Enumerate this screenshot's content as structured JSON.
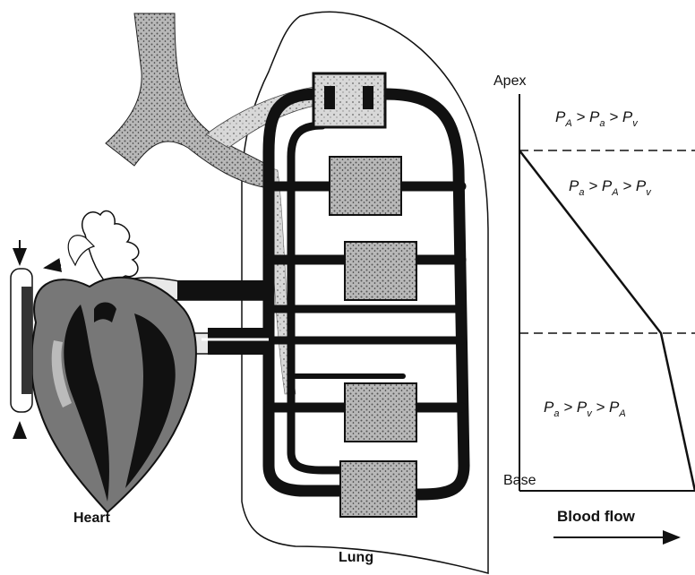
{
  "labels": {
    "heart": "Heart",
    "lung": "Lung",
    "apex": "Apex",
    "base": "Base",
    "blood_flow": "Blood flow"
  },
  "zones": [
    {
      "first": "A",
      "second": "a",
      "third": "v"
    },
    {
      "first": "a",
      "second": "A",
      "third": "v"
    },
    {
      "first": "a",
      "second": "v",
      "third": "A"
    }
  ],
  "colors": {
    "ink": "#111111",
    "tissue": "#8a8a8a",
    "background": "#ffffff"
  }
}
